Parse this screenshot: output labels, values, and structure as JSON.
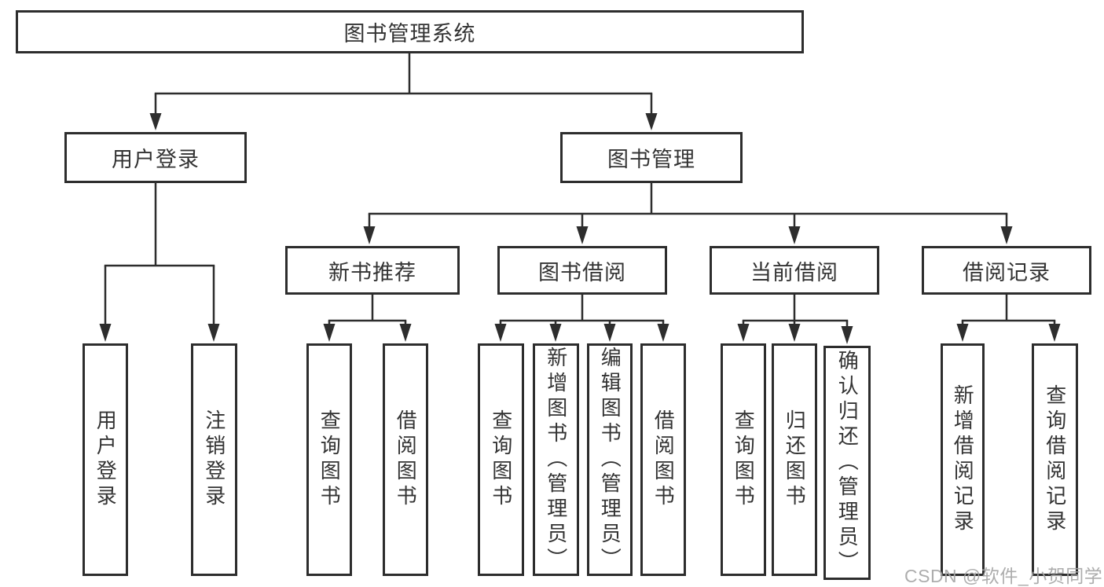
{
  "diagram": {
    "root": {
      "label": "图书管理系统"
    },
    "level2": [
      {
        "label": "用户登录"
      },
      {
        "label": "图书管理"
      }
    ],
    "level3": [
      {
        "label": "新书推荐"
      },
      {
        "label": "图书借阅"
      },
      {
        "label": "当前借阅"
      },
      {
        "label": "借阅记录"
      }
    ],
    "leaves": {
      "userLogin": [
        {
          "label": "用户登录"
        },
        {
          "label": "注销登录"
        }
      ],
      "newBooks": [
        {
          "label": "查询图书"
        },
        {
          "label": "借阅图书"
        }
      ],
      "bookBorrow": [
        {
          "label": "查询图书"
        },
        {
          "label": "新增图书（管理员）"
        },
        {
          "label": "编辑图书（管理员）"
        },
        {
          "label": "借阅图书"
        }
      ],
      "currentBorrow": [
        {
          "label": "查询图书"
        },
        {
          "label": "归还图书"
        },
        {
          "label": "确认归还（管理员）"
        }
      ],
      "borrowRecords": [
        {
          "label": "新增借阅记录"
        },
        {
          "label": "查询借阅记录"
        }
      ]
    },
    "watermark": "CSDN @软件_小贺同学",
    "colors": {
      "border": "#2d2d2d",
      "line": "#2d2d2d",
      "text": "#333333",
      "watermark": "#a6a6a6"
    }
  }
}
